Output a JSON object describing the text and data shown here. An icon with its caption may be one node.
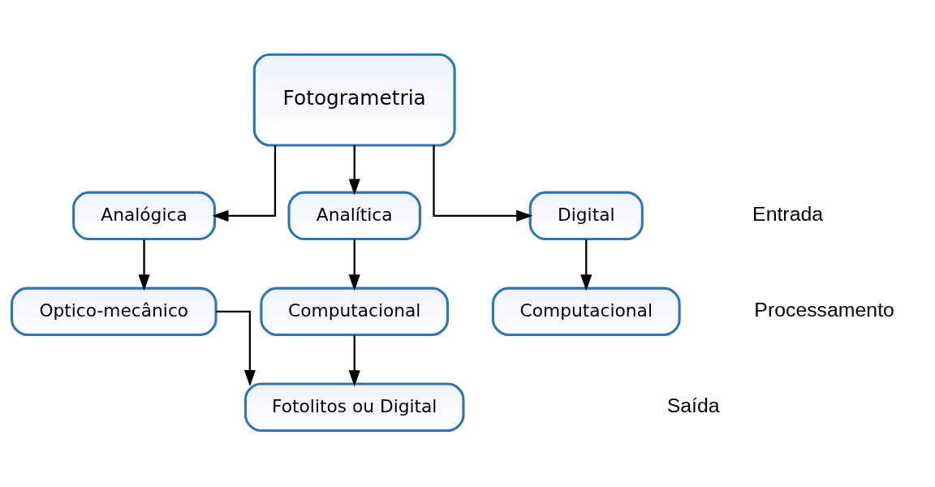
{
  "diagram": {
    "nodes": [
      {
        "text": [
          "Fotogrametria"
        ]
      },
      {
        "text": [
          "Analógica"
        ]
      },
      {
        "text": [
          "Analítica"
        ]
      },
      {
        "text": [
          "Digital"
        ]
      },
      {
        "text": [
          "Optico-mecânico"
        ]
      },
      {
        "text": [
          "Computacional"
        ]
      },
      {
        "text": [
          "Computacional"
        ]
      },
      {
        "text": [
          "Fotolitos ou Digital"
        ]
      }
    ],
    "edges": [
      {
        "from": 0,
        "to": 1,
        "arrow": "to"
      },
      {
        "from": 0,
        "to": 2,
        "arrow": "to"
      },
      {
        "from": 0,
        "to": 3,
        "arrow": "to"
      },
      {
        "from": 1,
        "to": 4,
        "arrow": "to"
      },
      {
        "from": 2,
        "to": 5,
        "arrow": "to"
      },
      {
        "from": 3,
        "to": 6,
        "arrow": "to"
      },
      {
        "from": 4,
        "to": 7,
        "arrow": "to"
      },
      {
        "from": 5,
        "to": 7,
        "arrow": "to"
      }
    ],
    "labels": [
      "Entrada",
      "Processamento",
      "Saída"
    ]
  }
}
